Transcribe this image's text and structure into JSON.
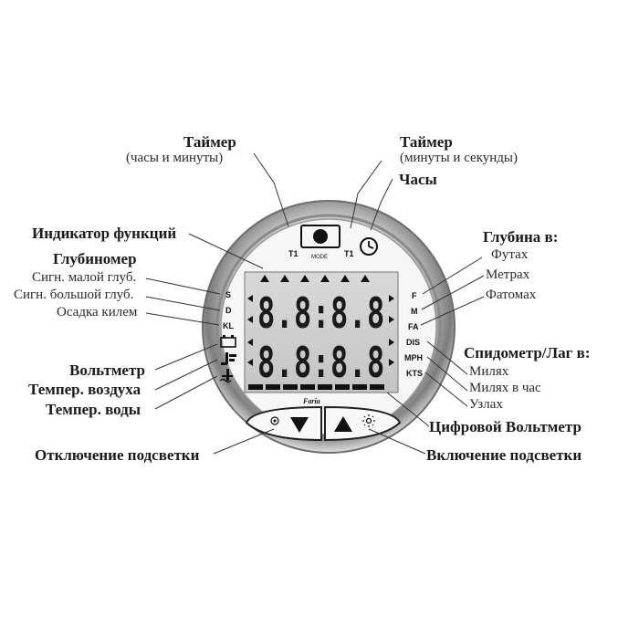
{
  "labels": {
    "timer_hm_title": "Таймер",
    "timer_hm_sub": "(часы и минуты)",
    "timer_ms_title": "Таймер",
    "timer_ms_sub": "(минуты и секунды)",
    "clock": "Часы",
    "function_indicator": "Индикатор функций",
    "depth_gauge": "Глубиномер",
    "shallow_alarm": "Сигн. малой глуб.",
    "deep_alarm": "Сигн. большой глуб.",
    "keel_offset": "Осадка килем",
    "voltmeter": "Вольтметр",
    "air_temp": "Темпер. воздуха",
    "water_temp": "Темпер. воды",
    "backlight_off": "Отключение подсветки",
    "depth_in": "Глубина в:",
    "feet": "Футах",
    "meters": "Метрах",
    "fathoms": "Фатомах",
    "speed_log": "Спидометр/Лаг в:",
    "miles": "Милях",
    "miles_per_hour": "Милях в час",
    "knots": "Узлах",
    "digital_voltmeter": "Цифровой Вольтметр",
    "backlight_on": "Включение подсветки"
  },
  "gauge": {
    "mode_label": "MODE",
    "t1_left": "T1",
    "t1_right": "T1",
    "left_indicators": [
      "S",
      "D",
      "KL"
    ],
    "right_indicators": [
      "F",
      "M",
      "FA",
      "DIS",
      "MPH",
      "KTS"
    ],
    "digits_top": "8.8:8.8",
    "digits_bottom": "8.8:8.8",
    "brand": "Faria"
  }
}
